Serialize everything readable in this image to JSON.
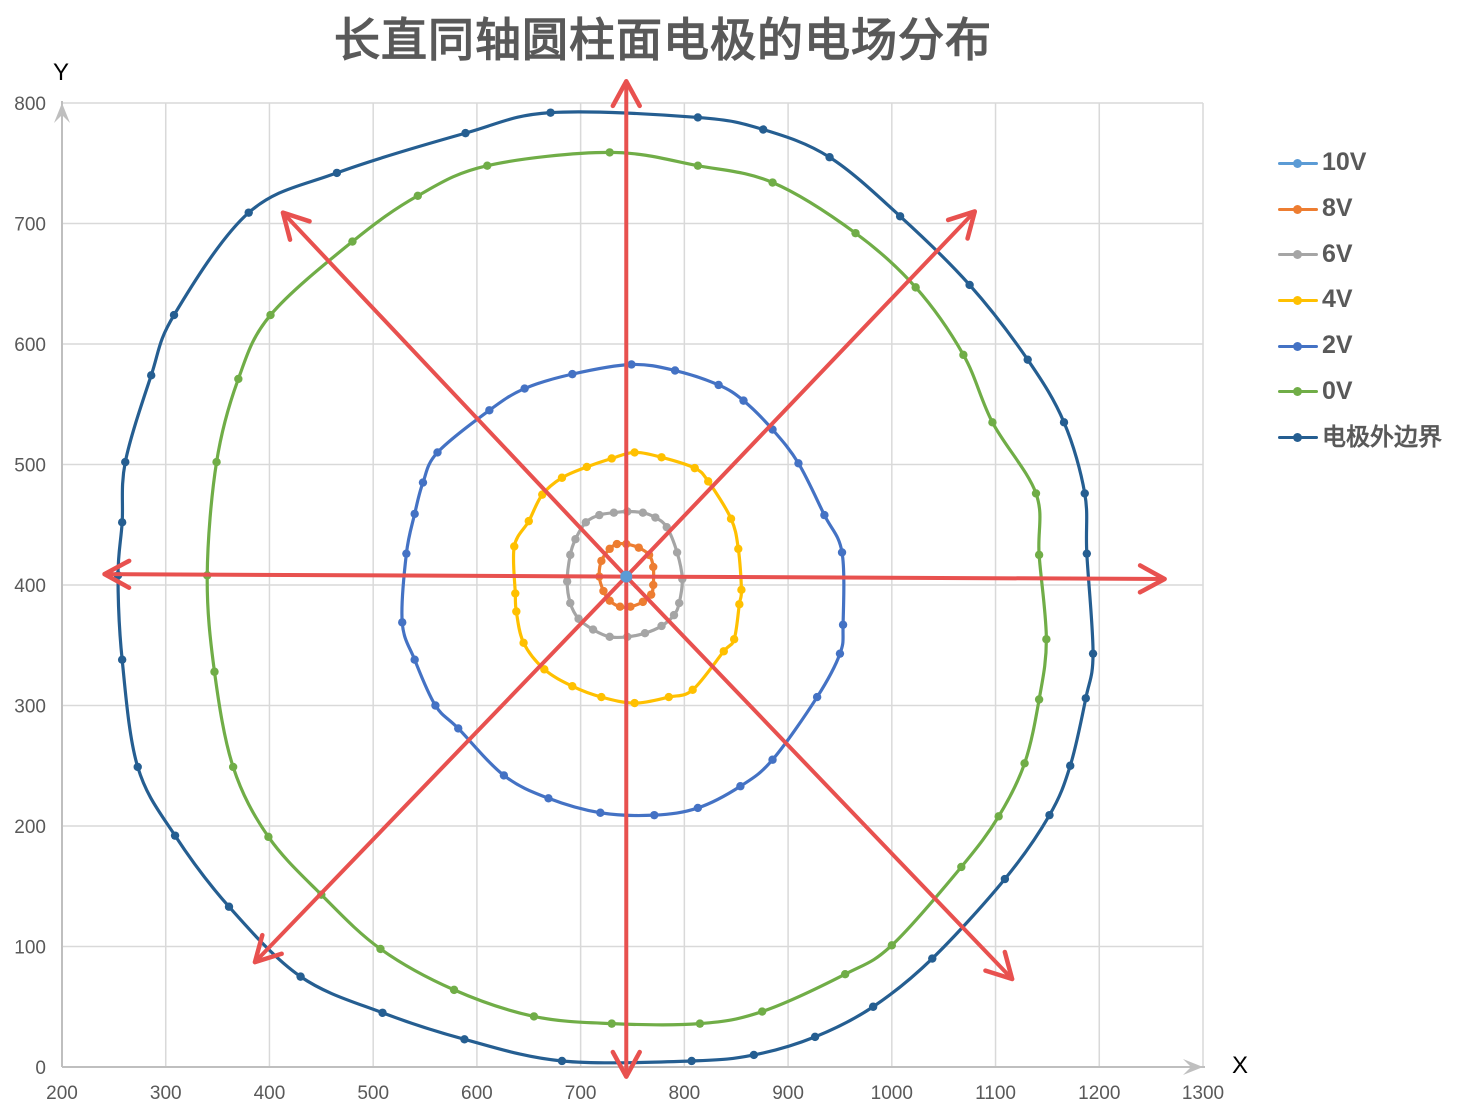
{
  "chart_data": {
    "type": "scatter",
    "title": "长直同轴圆柱面电极的电场分布",
    "xlabel": "X",
    "ylabel": "Y",
    "xlim": [
      200,
      1300
    ],
    "ylim": [
      0,
      800
    ],
    "x_ticks": [
      200,
      300,
      400,
      500,
      600,
      700,
      800,
      900,
      1000,
      1100,
      1200,
      1300
    ],
    "y_ticks": [
      0,
      100,
      200,
      300,
      400,
      500,
      600,
      700,
      800
    ],
    "grid": true,
    "legend_position": "right",
    "series": [
      {
        "name": "10V",
        "color": "#5B9BD5",
        "points": [
          [
            744,
            407
          ]
        ]
      },
      {
        "name": "8V",
        "color": "#ED7D31",
        "points": [
          [
            744,
            434
          ],
          [
            756,
            431
          ],
          [
            766,
            425
          ],
          [
            770,
            415
          ],
          [
            770,
            400
          ],
          [
            768,
            392
          ],
          [
            760,
            386
          ],
          [
            748,
            382
          ],
          [
            738,
            382
          ],
          [
            728,
            387
          ],
          [
            722,
            395
          ],
          [
            718,
            407
          ],
          [
            720,
            420
          ],
          [
            728,
            430
          ],
          [
            735,
            434
          ]
        ]
      },
      {
        "name": "6V",
        "color": "#A5A5A5",
        "points": [
          [
            732,
            460
          ],
          [
            745,
            461
          ],
          [
            760,
            460
          ],
          [
            772,
            456
          ],
          [
            783,
            448
          ],
          [
            793,
            427
          ],
          [
            798,
            405
          ],
          [
            795,
            385
          ],
          [
            790,
            375
          ],
          [
            778,
            366
          ],
          [
            762,
            360
          ],
          [
            745,
            357
          ],
          [
            728,
            357
          ],
          [
            712,
            363
          ],
          [
            698,
            372
          ],
          [
            690,
            385
          ],
          [
            687,
            403
          ],
          [
            690,
            425
          ],
          [
            695,
            438
          ],
          [
            705,
            452
          ],
          [
            718,
            458
          ]
        ]
      },
      {
        "name": "4V",
        "color": "#FFC000",
        "points": [
          [
            752,
            510
          ],
          [
            778,
            506
          ],
          [
            810,
            497
          ],
          [
            823,
            486
          ],
          [
            845,
            455
          ],
          [
            852,
            430
          ],
          [
            855,
            396
          ],
          [
            853,
            384
          ],
          [
            848,
            355
          ],
          [
            838,
            345
          ],
          [
            808,
            313
          ],
          [
            785,
            307
          ],
          [
            752,
            302
          ],
          [
            720,
            307
          ],
          [
            692,
            316
          ],
          [
            665,
            330
          ],
          [
            645,
            352
          ],
          [
            638,
            378
          ],
          [
            637,
            393
          ],
          [
            636,
            432
          ],
          [
            650,
            453
          ],
          [
            663,
            475
          ],
          [
            682,
            489
          ],
          [
            706,
            498
          ],
          [
            730,
            505
          ]
        ]
      },
      {
        "name": "2V",
        "color": "#4472C4",
        "points": [
          [
            749,
            583
          ],
          [
            791,
            578
          ],
          [
            833,
            566
          ],
          [
            857,
            553
          ],
          [
            885,
            529
          ],
          [
            910,
            501
          ],
          [
            935,
            458
          ],
          [
            952,
            427
          ],
          [
            953,
            367
          ],
          [
            950,
            343
          ],
          [
            928,
            307
          ],
          [
            885,
            255
          ],
          [
            854,
            233
          ],
          [
            813,
            215
          ],
          [
            771,
            209
          ],
          [
            719,
            211
          ],
          [
            669,
            223
          ],
          [
            626,
            242
          ],
          [
            582,
            281
          ],
          [
            560,
            300
          ],
          [
            540,
            338
          ],
          [
            528,
            369
          ],
          [
            532,
            426
          ],
          [
            540,
            459
          ],
          [
            548,
            485
          ],
          [
            562,
            510
          ],
          [
            612,
            545
          ],
          [
            646,
            563
          ],
          [
            692,
            575
          ]
        ]
      },
      {
        "name": "0V",
        "color": "#70AD47",
        "points": [
          [
            728,
            759
          ],
          [
            813,
            748
          ],
          [
            885,
            734
          ],
          [
            965,
            692
          ],
          [
            1023,
            647
          ],
          [
            1069,
            591
          ],
          [
            1097,
            535
          ],
          [
            1139,
            476
          ],
          [
            1142,
            425
          ],
          [
            1149,
            355
          ],
          [
            1142,
            305
          ],
          [
            1128,
            252
          ],
          [
            1103,
            208
          ],
          [
            1067,
            166
          ],
          [
            1000,
            101
          ],
          [
            955,
            77
          ],
          [
            875,
            46
          ],
          [
            815,
            36
          ],
          [
            730,
            36
          ],
          [
            655,
            42
          ],
          [
            578,
            64
          ],
          [
            507,
            98
          ],
          [
            450,
            143
          ],
          [
            399,
            191
          ],
          [
            365,
            249
          ],
          [
            347,
            328
          ],
          [
            340,
            408
          ],
          [
            349,
            502
          ],
          [
            370,
            571
          ],
          [
            401,
            624
          ],
          [
            480,
            685
          ],
          [
            543,
            723
          ],
          [
            610,
            748
          ]
        ]
      },
      {
        "name": "电极外边界",
        "color": "#255E91",
        "points": [
          [
            671,
            792
          ],
          [
            813,
            788
          ],
          [
            876,
            778
          ],
          [
            940,
            755
          ],
          [
            1008,
            706
          ],
          [
            1075,
            649
          ],
          [
            1131,
            587
          ],
          [
            1166,
            535
          ],
          [
            1186,
            476
          ],
          [
            1188,
            426
          ],
          [
            1194,
            343
          ],
          [
            1187,
            306
          ],
          [
            1172,
            250
          ],
          [
            1152,
            209
          ],
          [
            1109,
            156
          ],
          [
            1039,
            90
          ],
          [
            982,
            50
          ],
          [
            926,
            25
          ],
          [
            867,
            10
          ],
          [
            807,
            5
          ],
          [
            682,
            5
          ],
          [
            588,
            23
          ],
          [
            509,
            45
          ],
          [
            430,
            75
          ],
          [
            361,
            133
          ],
          [
            309,
            192
          ],
          [
            273,
            249
          ],
          [
            258,
            338
          ],
          [
            254,
            408
          ],
          [
            258,
            452
          ],
          [
            261,
            502
          ],
          [
            286,
            574
          ],
          [
            308,
            624
          ],
          [
            380,
            709
          ],
          [
            465,
            742
          ],
          [
            589,
            775
          ]
        ]
      }
    ],
    "annotations": [
      {
        "type": "arrow",
        "from": [
          744,
          407
        ],
        "to": [
          744,
          818
        ],
        "color": "#E8514F"
      },
      {
        "type": "arrow",
        "from": [
          744,
          407
        ],
        "to": [
          744,
          -8
        ],
        "color": "#E8514F"
      },
      {
        "type": "arrow",
        "from": [
          744,
          407
        ],
        "to": [
          1263,
          405
        ],
        "color": "#E8514F"
      },
      {
        "type": "arrow",
        "from": [
          744,
          407
        ],
        "to": [
          241,
          409
        ],
        "color": "#E8514F"
      },
      {
        "type": "arrow",
        "from": [
          744,
          407
        ],
        "to": [
          1080,
          710
        ],
        "color": "#E8514F"
      },
      {
        "type": "arrow",
        "from": [
          744,
          407
        ],
        "to": [
          413,
          709
        ],
        "color": "#E8514F"
      },
      {
        "type": "arrow",
        "from": [
          744,
          407
        ],
        "to": [
          1116,
          73
        ],
        "color": "#E8514F"
      },
      {
        "type": "arrow",
        "from": [
          744,
          407
        ],
        "to": [
          386,
          87
        ],
        "color": "#E8514F"
      }
    ]
  },
  "legend": {
    "items": [
      {
        "label": "10V",
        "color": "#5B9BD5"
      },
      {
        "label": "8V",
        "color": "#ED7D31"
      },
      {
        "label": "6V",
        "color": "#A5A5A5"
      },
      {
        "label": "4V",
        "color": "#FFC000"
      },
      {
        "label": "2V",
        "color": "#4472C4"
      },
      {
        "label": "0V",
        "color": "#70AD47"
      },
      {
        "label": "电极外边界",
        "color": "#255E91"
      }
    ]
  },
  "style": {
    "grid_color": "#D9D9D9",
    "axis_color": "#BFBFBF",
    "arrow_color": "#E8514F",
    "text_color": "#595959"
  }
}
